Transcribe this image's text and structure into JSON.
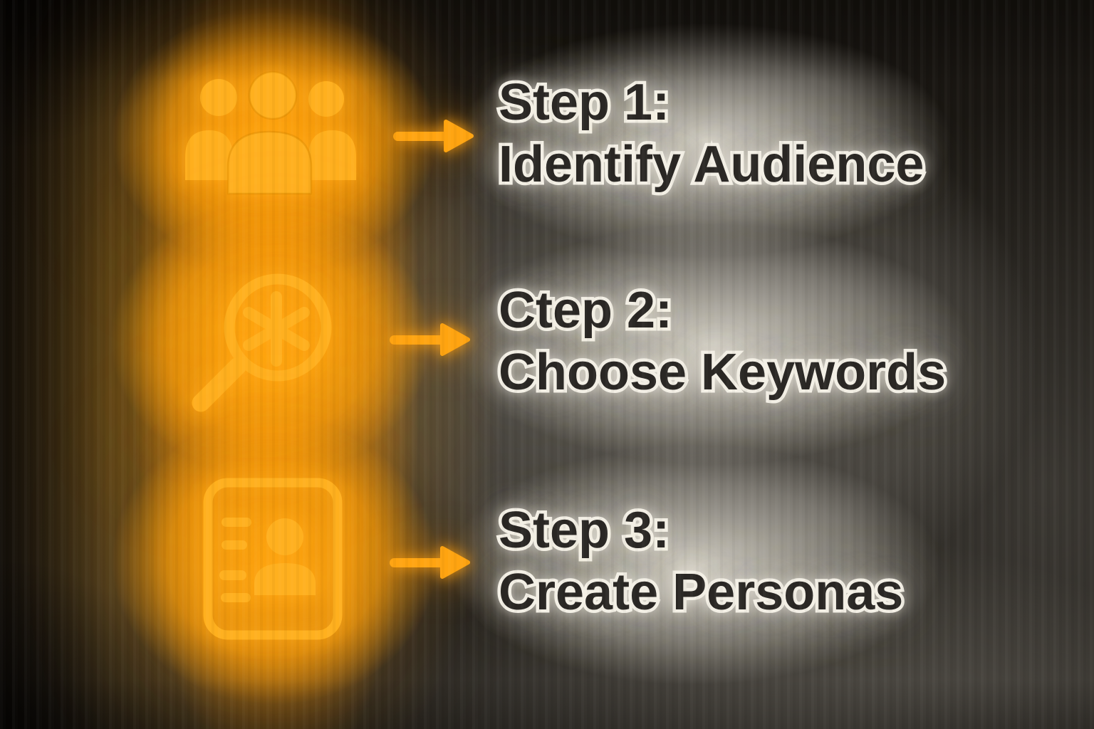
{
  "palette": {
    "icon_orange": "#ffb01e",
    "glow_orange": "#ff9e08",
    "headline_fill": "#2a2724",
    "headline_outline": "#f3efe5",
    "halo_grey": "#cfcabf",
    "background_dark": "#17140f"
  },
  "steps": [
    {
      "title": "Step 1:",
      "subtitle": "Identify Audience",
      "icon": "audience-people-icon"
    },
    {
      "title": "Ctep 2:",
      "subtitle": "Choose Keywords",
      "icon": "keyword-search-icon"
    },
    {
      "title": "Step 3:",
      "subtitle": "Create Personas",
      "icon": "persona-card-icon"
    }
  ]
}
